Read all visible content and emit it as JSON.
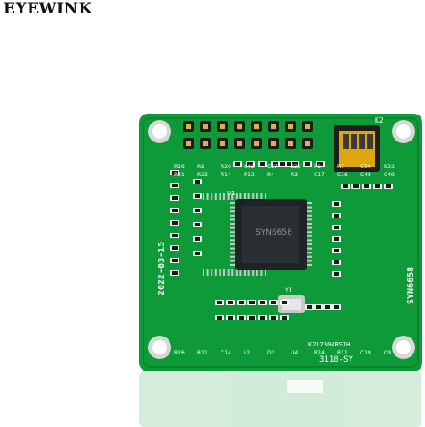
{
  "brand": "EYEWINK",
  "board": {
    "chip_model": "SYN6658",
    "date_marking": "2022-03-15",
    "model_text": "SYN6658",
    "batch_code": "K212304BSJH",
    "revision": "3118-SY",
    "connector_label": "K2",
    "chip_ref": "U1",
    "crystal_ref": "Y1"
  },
  "colors": {
    "pcb": "#0f9a3a",
    "silk": "#ffffff",
    "chip": "#1f2326",
    "gold": "#d9b34a",
    "switch": "#e0a612"
  },
  "labels": [
    "R19",
    "R5",
    "R20",
    "C42",
    "C27",
    "C25",
    "R6",
    "R7",
    "C50",
    "R22",
    "R31",
    "R23",
    "R14",
    "R12",
    "R4",
    "R3",
    "C17",
    "C16",
    "C48",
    "C49",
    "R26",
    "R21",
    "C14",
    "L2",
    "D2",
    "U4",
    "R24",
    "R11",
    "C19",
    "C9"
  ]
}
